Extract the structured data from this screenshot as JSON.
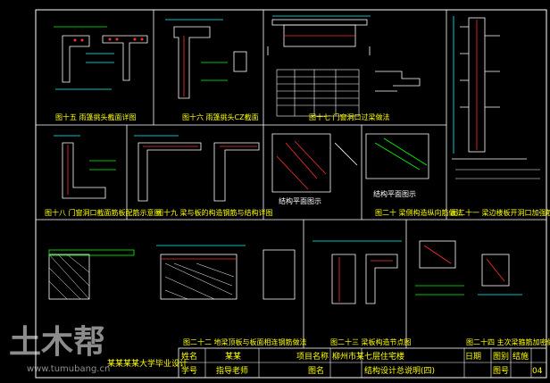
{
  "captions": {
    "fig15": "图十五 雨篷挑头截面详图",
    "fig16": "图十六 雨篷挑头CZ截面",
    "fig17": "图十七 门窗洞口过梁做法",
    "fig18": "图十八 门窗洞口截面筋板配筋示意图",
    "fig19": "图十九 梁与板的构造钢筋与结构详图",
    "fig19a": "结构平面图示",
    "fig19b": "结构平面图示",
    "fig20": "图二十 梁侧构造纵向筋做法",
    "fig21": "图二十一 梁边楼板开洞口加强筋",
    "fig22": "图二十二 地梁顶板与板面相连钢筋做法",
    "fig23": "图二十三 梁板构造节点图",
    "fig24": "图二十四 主次梁箍筋加密做法"
  },
  "title_block": {
    "school_line": "某某某某大学毕业设计",
    "name_label": "姓名",
    "name_value": "某某",
    "id_label": "学号",
    "id_value": "指导老师",
    "project_label": "项目名称",
    "project_value": "柳州市某七层住宅楼",
    "date_label": "日期",
    "drawing_label": "图名",
    "drawing_value": "结构设计总说明(四)",
    "chart_label": "图别",
    "chart_value": "结施",
    "num_label": "图号",
    "num_value": "04"
  },
  "watermark": {
    "brand": "土木帮",
    "url": "www.tumubang.cn"
  }
}
